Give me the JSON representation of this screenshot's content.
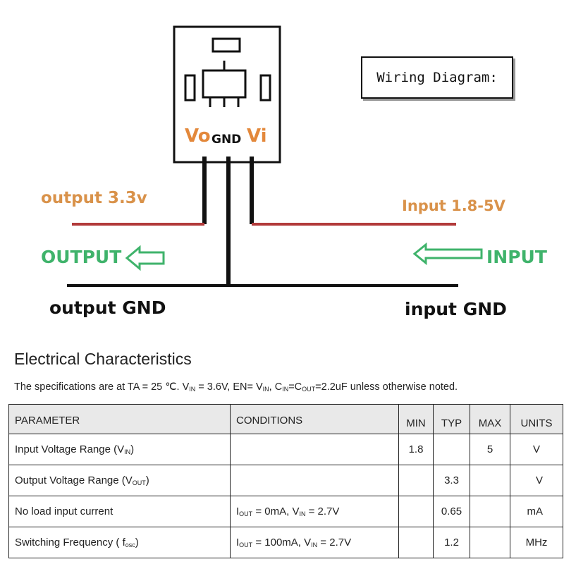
{
  "wiring": {
    "title": "Wiring Diagram:",
    "pins": {
      "vo": "Vo",
      "gnd": "GND",
      "vi": "Vi"
    },
    "output_voltage": "output 3.3v",
    "input_voltage": "Input 1.8-5V",
    "output_label": "OUTPUT",
    "input_label": "INPUT",
    "output_gnd": "output GND",
    "input_gnd": "input GND",
    "colors": {
      "pin_label": "#e3883b",
      "arrow": "#3fb36b",
      "wire": "#b23a3a"
    }
  },
  "electrical": {
    "title": "Electrical Characteristics",
    "note": {
      "p1": "The specifications are at TA = 25 ℃. V",
      "s1": "IN",
      "p2": " = 3.6V,  EN= V",
      "s2": "IN",
      "p3": ", C",
      "s3": "IN",
      "p4": "=C",
      "s4": "OUT",
      "p5": "=2.2uF unless otherwise noted."
    },
    "headers": {
      "parameter": "PARAMETER",
      "conditions": "CONDITIONS",
      "min": "MIN",
      "typ": "TYP",
      "max": "MAX",
      "units": "UNITS"
    },
    "rows": [
      {
        "param": "Input Voltage Range (V",
        "param_sub": "IN",
        "param_end": ")",
        "cond": "",
        "cond_sub": "",
        "cond_end": "",
        "min": "1.8",
        "typ": "",
        "max": "5",
        "units": "V"
      },
      {
        "param": "Output Voltage Range (V",
        "param_sub": "OUT",
        "param_end": ")",
        "cond": "",
        "cond_sub": "",
        "cond_end": "",
        "min": "",
        "typ": "3.3",
        "max": "",
        "units": "V"
      },
      {
        "param": "No load input current",
        "param_sub": "",
        "param_end": "",
        "cond": "I",
        "cond_sub": "OUT",
        "cond_end": " = 0mA, V",
        "cond_sub2": "IN",
        "cond_end2": " = 2.7V",
        "min": "",
        "typ": "0.65",
        "max": "",
        "units": "mA"
      },
      {
        "param": "Switching   Frequency ( f",
        "param_sub": "osc",
        "param_end": ")",
        "cond": "I",
        "cond_sub": "OUT",
        "cond_end": " = 100mA, V",
        "cond_sub2": "IN",
        "cond_end2": " = 2.7V",
        "min": "",
        "typ": "1.2",
        "max": "",
        "units": "MHz"
      }
    ]
  }
}
